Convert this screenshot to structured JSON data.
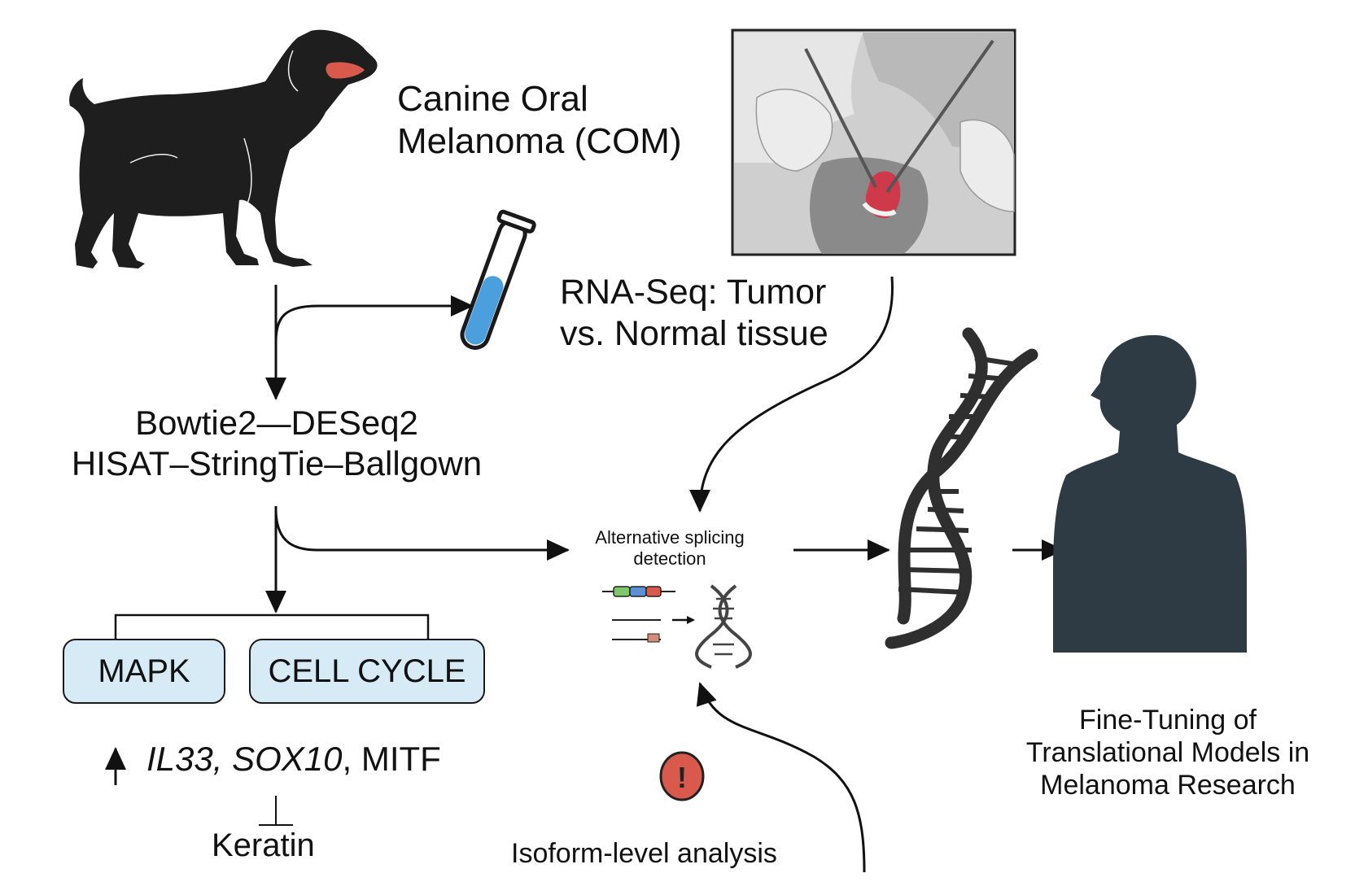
{
  "title": {
    "line1": "Canine Oral",
    "line2": "Melanoma (COM)"
  },
  "rnaseq": {
    "line1": "RNA-Seq: Tumor",
    "line2": "vs. Normal tissue"
  },
  "pipeline": {
    "line1": "Bowtie2—DESeq2",
    "line2": "HISAT–StringTie–Ballgown"
  },
  "pathways": {
    "mapk": "MAPK",
    "cell_cycle": "CELL CYCLE"
  },
  "genes": {
    "il33": "IL33,",
    "sox10": "SOX10",
    "mitf": ", MITF"
  },
  "keratin": "Keratin",
  "splicing": {
    "line1": "Alternative splicing",
    "line2": "detection"
  },
  "isoform": "Isoform-level analysis",
  "alert_symbol": "!",
  "finetune": {
    "line1": "Fine-Tuning of",
    "line2": "Translational Models in",
    "line3": "Melanoma Research"
  },
  "colors": {
    "dog": "#1e1e1e",
    "tongue": "#d9594c",
    "tube_liquid": "#4a9fdc",
    "box_fill": "#d6ebf6",
    "human": "#2e3b45",
    "alert": "#d9594c",
    "tumor": "#cf3a4a"
  },
  "icons": [
    "dog-silhouette",
    "test-tube-icon",
    "surgery-photo",
    "dna-helix-icon",
    "human-silhouette-icon",
    "alert-icon",
    "isoform-icon"
  ]
}
